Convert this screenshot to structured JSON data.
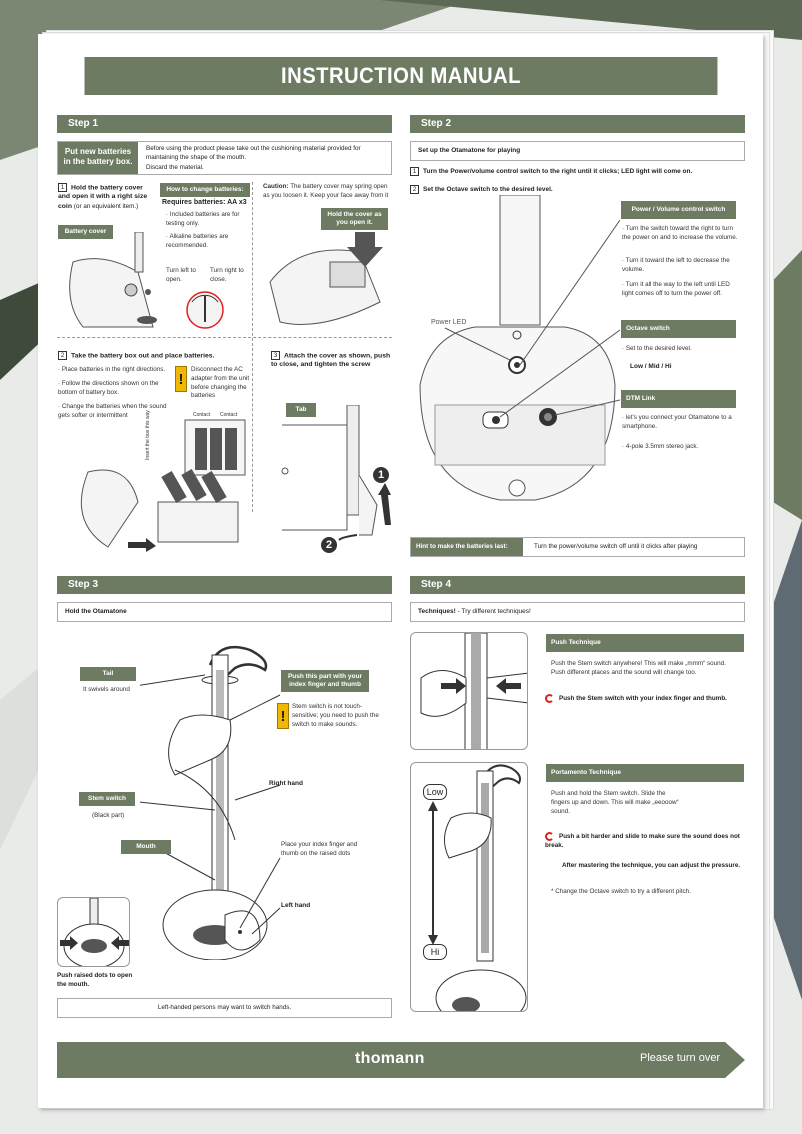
{
  "title": "INSTRUCTION MANUAL",
  "step1": {
    "heading": "Step 1",
    "intro_label": "Put new batteries in the battery box.",
    "intro_lines": [
      "Before using the product please take out the cushioning material provided for maintaining the shape of the mouth.",
      "Discard the material."
    ],
    "item1_num": "1",
    "item1_bold": "Hold the battery cover and open it with a right size coin",
    "item1_rest": "(or an equivalent item.)",
    "battery_cover_label": "Battery cover",
    "how_change_label": "How to change batteries:",
    "requires": "Requires batteries: AA x3",
    "bullet_a": "Included batteries are for testing only.",
    "bullet_b": "Alkaline batteries are recommended.",
    "turn_left": "Turn left to open.",
    "turn_right": "Turn right to close.",
    "caution_bold": "Caution:",
    "caution_text": "The battery cover may spring open as you loosen it. Keep your face away from it",
    "hold_cover_label": "Hold the cover as you open it.",
    "item2_num": "2",
    "item2_title": "Take the battery box out and place batteries.",
    "item2_bullets": [
      "Place batteries in the right directions.",
      "Follow the directions shown on the bottom of battery box.",
      "Change the batteries when the sound gets softer or intermittent"
    ],
    "warn_ac": "Disconnect the AC adapter from the unit before changing the batteries",
    "contact_a": "Contact",
    "contact_b": "Contact",
    "insert_text": "Insert the box this way",
    "item3_num": "3",
    "item3_title": "Attach the cover as shown, push to close, and tighten the screw",
    "tab_label": "Tab",
    "circle_1": "1",
    "circle_2": "2"
  },
  "step2": {
    "heading": "Step 2",
    "setup": "Set up the Otamatone for playing",
    "i1_num": "1",
    "i1": "Turn the Power/volume control switch to the right until it clicks; LED light will come on.",
    "i2_num": "2",
    "i2": "Set the Octave switch to the desired level.",
    "power_label": "Power / Volume control switch",
    "power_bullets": [
      "Turn the switch toward the right to turn the power on and to increase the volume.",
      "Turn it toward the left to decrease the volume.",
      "Turn it all the way to the left until LED light comes off to turn the power off."
    ],
    "power_led": "Power LED",
    "octave_label": "Octave switch",
    "octave_bullet": "Set to the desired level.",
    "octave_levels": "Low / Mid / Hi",
    "dtm_label": "DTM Link",
    "dtm_bullets": [
      "let's you connect your Otamatone to a smartphone.",
      "4-pole 3.5mm stereo jack."
    ],
    "hint_label": "Hint to make the batteries last:",
    "hint_text": "Turn the power/volume switch off until it clicks after playing"
  },
  "step3": {
    "heading": "Step 3",
    "hold": "Hold the Otamatone",
    "tail_label": "Tail",
    "tail_sub": "It swivels around",
    "push_label": "Push this part with your index finger and thumb",
    "stem_note": "Stem switch is not touch-sensitive; you need to push the switch to make sounds.",
    "right_hand": "Right hand",
    "stem_label": "Stem switch",
    "stem_sub": "(Black part)",
    "mouth_label": "Mouth",
    "place_text": "Place your index finger and thumb on the raised dots",
    "left_hand": "Left hand",
    "push_dots": "Push raised dots to open the mouth.",
    "left_handed": "Left-handed persons may want to switch hands."
  },
  "step4": {
    "heading": "Step 4",
    "techniques_bold": "Techniques!",
    "techniques_rest": " - Try different techniques!",
    "push_label": "Push Technique",
    "push_text": "Push the Stem switch anywhere! This will make „mmm“ sound. Push different places and the sound will change too.",
    "push_tip": "Push the Stem switch with your index finger and thumb.",
    "porta_label": "Portamento Technique",
    "porta_text": "Push and hold the Stem switch. Slide the fingers up and down. This will make „eeooow“ sound.",
    "porta_tip1": "Push a bit harder and slide to make sure the sound does not break.",
    "porta_tip2": "After mastering the technique, you can adjust the pressure.",
    "porta_note": "* Change the Octave switch to try a different pitch.",
    "low": "Low",
    "hi": "Hi"
  },
  "footer": {
    "brand": "thomann",
    "turn_over": "Please turn over"
  },
  "colors": {
    "accent": "#6e7b63",
    "warning": "#f2b705",
    "red": "#e02020"
  }
}
